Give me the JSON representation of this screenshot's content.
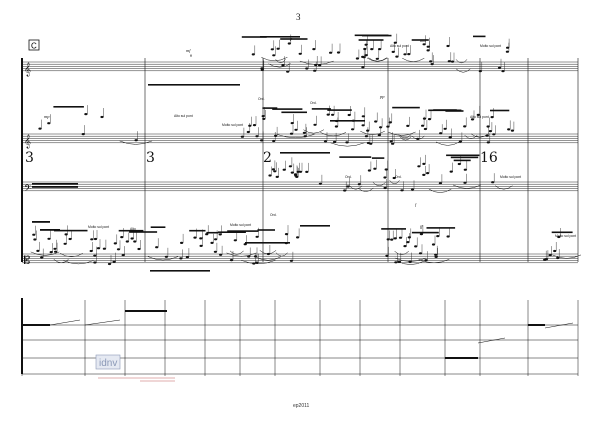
{
  "page": {
    "number": "3",
    "rehearsal_mark": "C",
    "footer_code": "ep2011",
    "watermark": "idnv"
  },
  "markings": {
    "upper_system": [
      "ff",
      "Molto sul pont",
      "Alto sul pont",
      "Molto sul pont",
      "Ord.",
      "Molto sul pont",
      "Alto sul pont",
      "Alto",
      "Ord.",
      "Molto sul pont",
      "Ord.",
      "Alto sul pont",
      "Molto sul pont",
      "Molto sul pont",
      "Ord.",
      "Alto",
      "Ord."
    ],
    "dynamics": [
      "mp",
      "mf",
      "p",
      "pp",
      "f",
      "ff"
    ],
    "clefs": [
      "treble",
      "bass",
      "alto"
    ]
  },
  "colors": {
    "ink": "#111111",
    "watermark_ink": "#8a98b6",
    "stamp_ink": "#c05a5a"
  }
}
